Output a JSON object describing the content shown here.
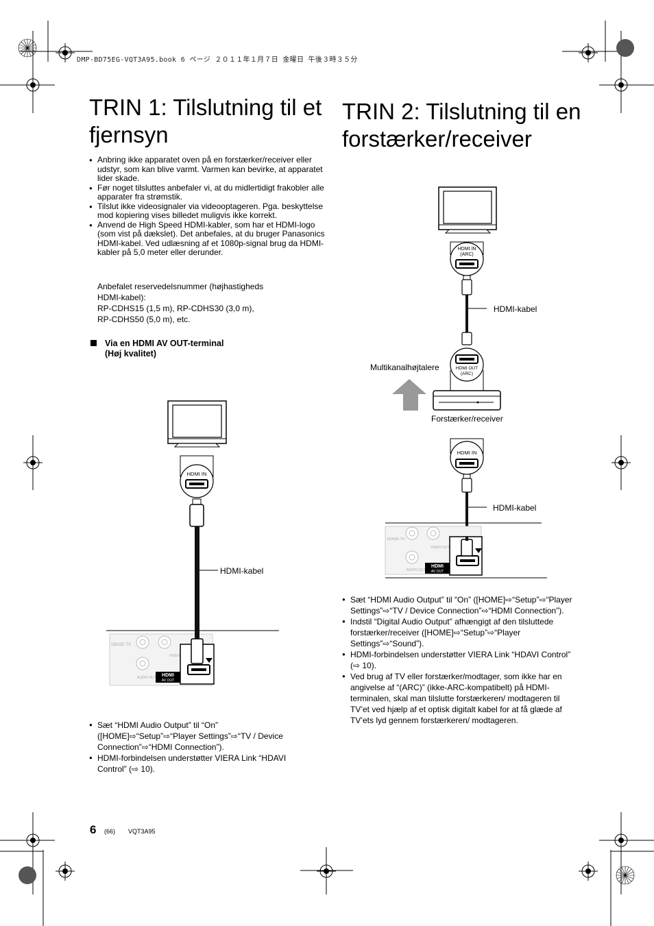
{
  "header": {
    "book_info": "DMP-BD75EG-VQT3A95.book  6 ページ  ２０１１年１月７日  金曜日  午後３時３５分"
  },
  "left": {
    "title_line1": "TRIN 1: Tilslutning til et",
    "title_line2": "fjernsyn",
    "bullets": [
      "Anbring ikke apparatet oven på en forstærker/receiver eller udstyr, som kan blive varmt. Varmen kan bevirke, at apparatet lider skade.",
      "Før noget tilsluttes anbefaler vi, at du midlertidigt frakobler alle apparater fra strømstik.",
      "Tilslut ikke videosignaler via videooptageren. Pga. beskyttelse mod kopiering vises billedet muligvis ikke korrekt.",
      "Anvend de High Speed HDMI-kabler, som har et HDMI-logo (som vist på dækslet). Det anbefales, at du bruger Panasonics HDMI-kabel. Ved udlæsning af et 1080p-signal brug da HDMI-kabler på 5,0 meter eller derunder."
    ],
    "recommended": [
      "Anbefalet reservedelsnummer (højhastigheds",
      "HDMI-kabel):",
      "RP-CDHS15 (1,5 m), RP-CDHS30 (3,0 m),",
      "RP-CDHS50 (5,0 m), etc."
    ],
    "subheading_line1": "Via en HDMI AV OUT-terminal",
    "subheading_line2": "(Høj kvalitet)",
    "diagram": {
      "hdmi_in": "HDMI IN",
      "cable": "HDMI-kabel",
      "panel_text": "1BASE-TX",
      "video_out": "VIDEO OUT",
      "audio_out": "AUDIO OUT",
      "hdmi_logo": "HDMI",
      "av_out": "AV OUT"
    },
    "bottom_bullets": [
      "Sæt “HDMI Audio Output” til “On” ([HOME]⇨“Setup”⇨“Player Settings”⇨“TV / Device Connection”⇨“HDMI Connection”).",
      "HDMI-forbindelsen understøtter VIERA Link “HDAVI Control” (⇨ 10)."
    ]
  },
  "right": {
    "title_line1": "TRIN 2: Tilslutning til en",
    "title_line2": "forstærker/receiver",
    "diagram": {
      "hdmi_in_arc_1": "HDMI IN",
      "hdmi_in_arc_2": "(ARC)",
      "cable_top": "HDMI-kabel",
      "hdmi_out_arc_1": "HDMI OUT",
      "hdmi_out_arc_2": "(ARC)",
      "speakers": "Multikanalhøjtalere",
      "receiver": "Forstærker/receiver",
      "hdmi_in": "HDMI IN",
      "cable_bottom": "HDMI-kabel",
      "panel_text": "1BASE-TX",
      "video_out": "VIDEO OUT",
      "audio_out": "AUDIO OUT",
      "hdmi_logo": "HDMI",
      "av_out": "AV OUT"
    },
    "bullets": [
      "Sæt “HDMI Audio Output” til “On” ([HOME]⇨“Setup”⇨“Player Settings”⇨“TV / Device Connection”⇨“HDMI Connection”).",
      "Indstil “Digital Audio Output” afhængigt af den tilsluttede forstærker/receiver ([HOME]⇨“Setup”⇨“Player Settings”⇨“Sound”).",
      "HDMI-forbindelsen understøtter VIERA Link “HDAVI Control” (⇨ 10).",
      "Ved brug af TV eller forstærker/modtager, som ikke har en angivelse af “(ARC)” (ikke-ARC-kompatibelt) på HDMI-terminalen, skal man tilslutte forstærkeren/ modtageren til TV’et ved hjælp af et optisk digitalt kabel for at få glæde af TV’ets lyd gennem forstærkeren/ modtageren."
    ]
  },
  "footer": {
    "page_number": "6",
    "page_sub": "(66)",
    "model_code": "VQT3A95"
  }
}
